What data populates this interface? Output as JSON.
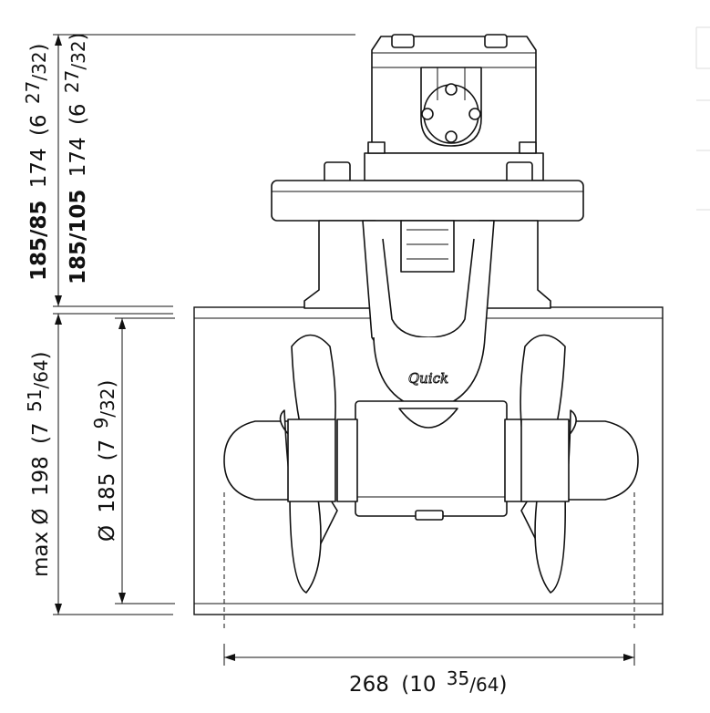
{
  "dimensions": {
    "height_1": {
      "model": "185/85",
      "value": "174",
      "inch_whole": "6",
      "inch_num": "27",
      "inch_den": "32"
    },
    "height_2": {
      "model": "185/105",
      "value": "174",
      "inch_whole": "6",
      "inch_num": "27",
      "inch_den": "32"
    },
    "tunnel_outer": {
      "prefix": "max Ø",
      "value": "198",
      "inch_whole": "7",
      "inch_num": "51",
      "inch_den": "64"
    },
    "tunnel_inner": {
      "prefix": "Ø",
      "value": "185",
      "inch_whole": "7",
      "inch_num": "9",
      "inch_den": "32"
    },
    "width": {
      "value": "268",
      "inch_whole": "10",
      "inch_num": "35",
      "inch_den": "64"
    }
  },
  "logo": {
    "text": "Quick"
  },
  "colors": {
    "line": "#111111",
    "background": "#ffffff"
  }
}
